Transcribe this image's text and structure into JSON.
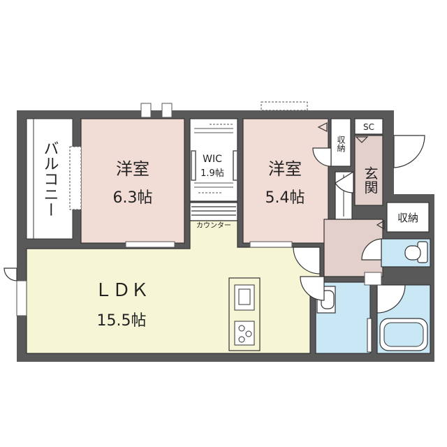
{
  "rooms": {
    "balcony": {
      "name": "バルコニー"
    },
    "western1": {
      "name": "洋室",
      "size": "6.3帖"
    },
    "wic": {
      "name": "WIC",
      "size": "1.9帖"
    },
    "western2": {
      "name": "洋室",
      "size": "5.4帖"
    },
    "storage1": {
      "name": "収納"
    },
    "sc": {
      "name": "SC"
    },
    "entrance": {
      "name": "玄関"
    },
    "storage2": {
      "name": "収納"
    },
    "ldk": {
      "name": "ＬＤＫ",
      "size": "15.5帖"
    },
    "counter": {
      "name": "カウンター"
    }
  },
  "colors": {
    "wall": "#595959",
    "western": "#f2dcd6",
    "ldk": "#f6f6d7",
    "hall": "#e3cfcc",
    "wet": "#c9e7f4",
    "white": "#ffffff",
    "line": "#333333"
  }
}
